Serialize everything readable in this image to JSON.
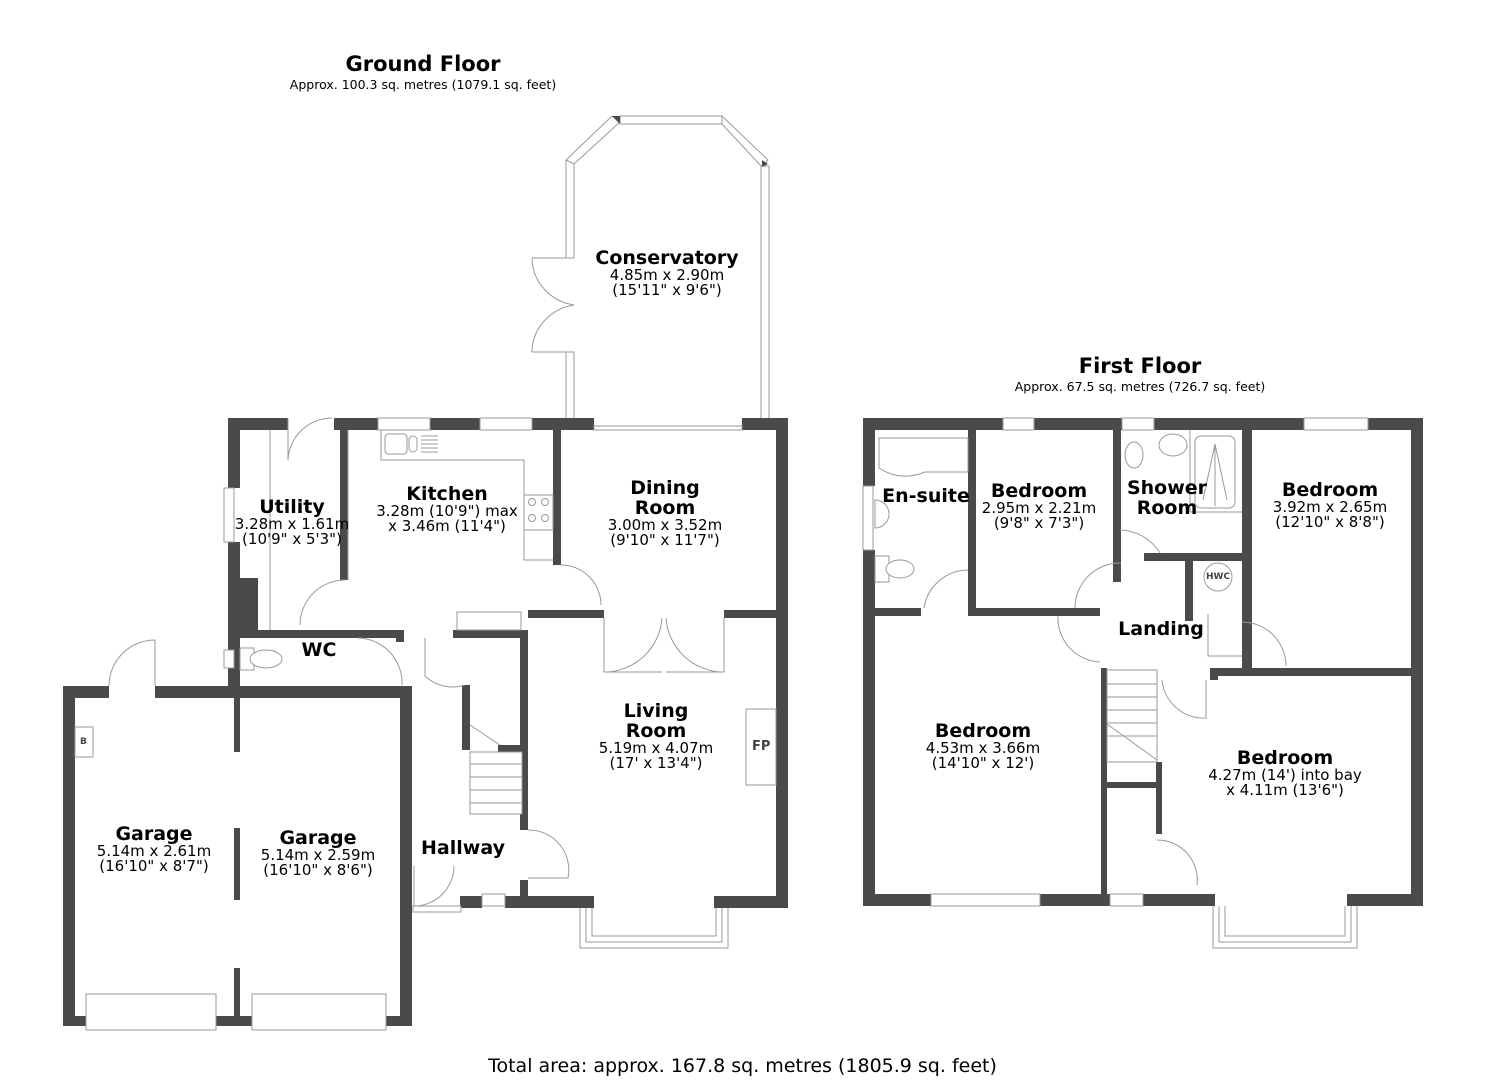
{
  "ground_floor": {
    "title": "Ground Floor",
    "area": "Approx. 100.3 sq. metres (1079.1 sq. feet)",
    "rooms": [
      {
        "name": "Conservatory",
        "dim1": "4.85m x 2.90m",
        "dim2": "(15'11\" x 9'6\")"
      },
      {
        "name": "Utility",
        "dim1": "3.28m x 1.61m",
        "dim2": "(10'9\" x 5'3\")"
      },
      {
        "name": "Kitchen",
        "dim1": "3.28m (10'9\") max",
        "dim2": "x 3.46m (11'4\")"
      },
      {
        "name": "Dining",
        "name2": "Room",
        "dim1": "3.00m x 3.52m",
        "dim2": "(9'10\" x 11'7\")"
      },
      {
        "name": "WC"
      },
      {
        "name": "Living",
        "name2": "Room",
        "dim1": "5.19m x 4.07m",
        "dim2": "(17' x 13'4\")"
      },
      {
        "name": "Garage",
        "dim1": "5.14m x 2.61m",
        "dim2": "(16'10\" x 8'7\")"
      },
      {
        "name": "Garage",
        "dim1": "5.14m x 2.59m",
        "dim2": "(16'10\" x 8'6\")"
      },
      {
        "name": "Hallway"
      }
    ],
    "tags": {
      "fireplace": "FP",
      "boiler": "B"
    }
  },
  "first_floor": {
    "title": "First Floor",
    "area": "Approx. 67.5 sq. metres (726.7 sq. feet)",
    "rooms": [
      {
        "name": "En-suite"
      },
      {
        "name": "Bedroom",
        "dim1": "2.95m x 2.21m",
        "dim2": "(9'8\" x 7'3\")"
      },
      {
        "name": "Shower",
        "name2": "Room"
      },
      {
        "name": "Bedroom",
        "dim1": "3.92m x 2.65m",
        "dim2": "(12'10\" x 8'8\")"
      },
      {
        "name": "Landing"
      },
      {
        "name": "Bedroom",
        "dim1": "4.53m x 3.66m",
        "dim2": "(14'10\" x 12')"
      },
      {
        "name": "Bedroom",
        "dim1": "4.27m (14') into bay",
        "dim2": "x 4.11m (13'6\")"
      }
    ],
    "tags": {
      "hot_water_cylinder": "HWC"
    }
  },
  "total_area": "Total area: approx. 167.8 sq. metres (1805.9 sq. feet)",
  "colors": {
    "wall": "#4a4a4a",
    "line": "#9a9a9a",
    "background": "#ffffff"
  }
}
